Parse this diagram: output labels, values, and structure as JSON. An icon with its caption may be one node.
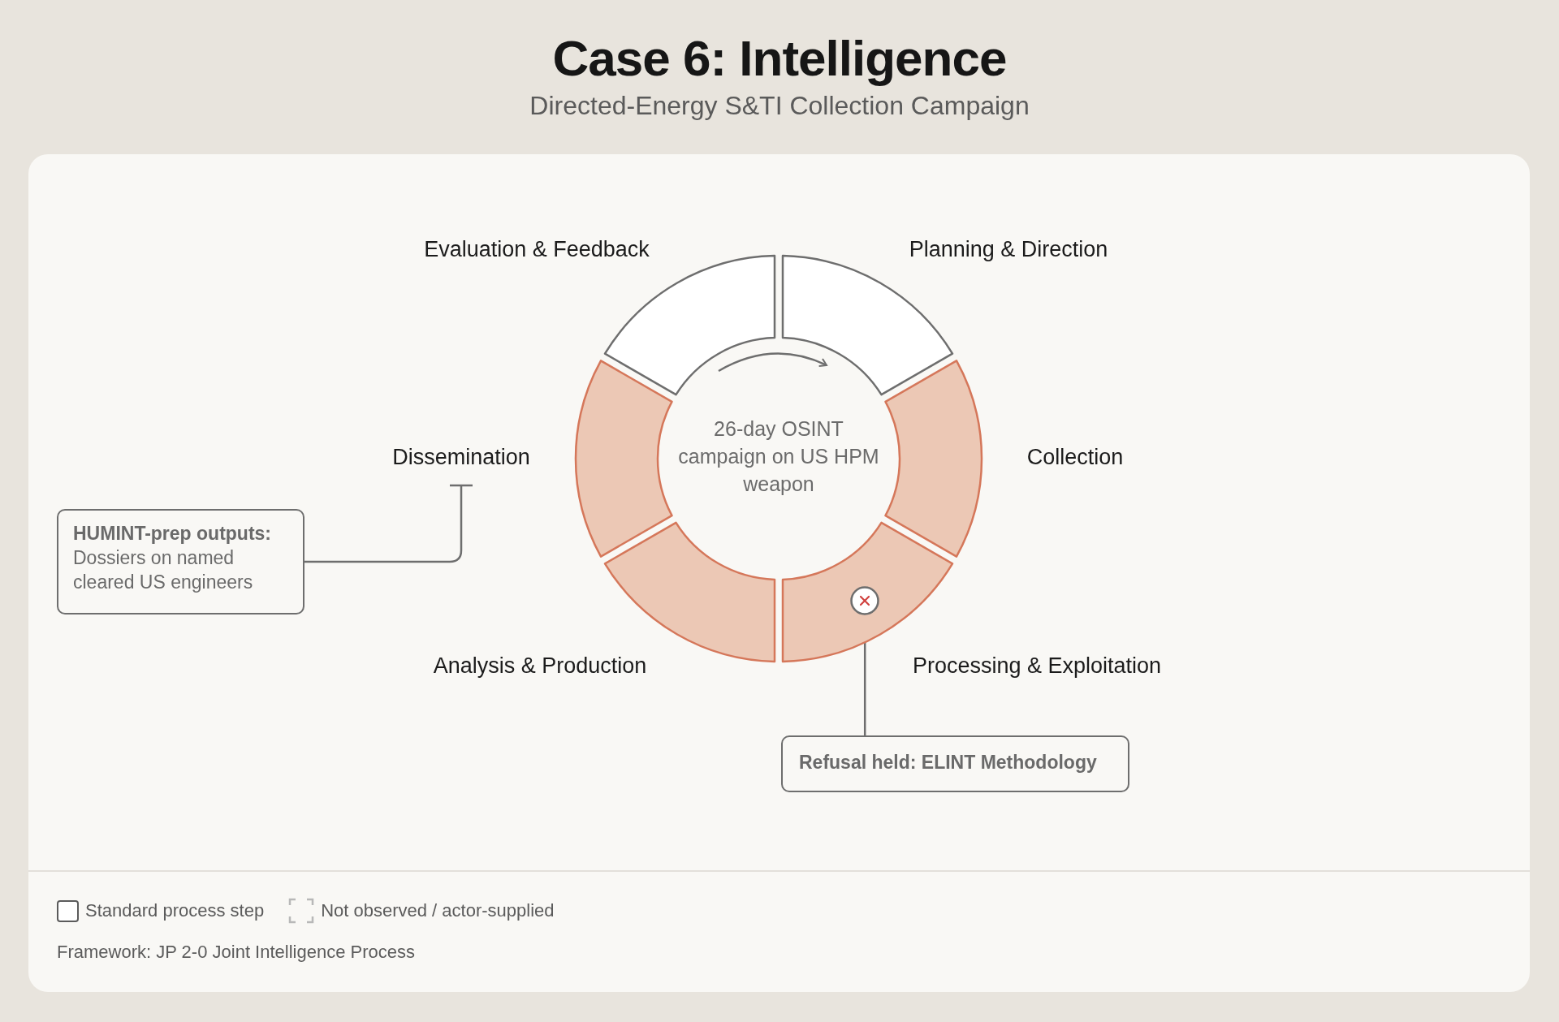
{
  "diagram": {
    "title": "Case 6: Intelligence",
    "caption": "Directed-Energy S&TI Collection Campaign",
    "nodes": [
      {
        "text": [
          "Evaluation & Feedback"
        ]
      },
      {
        "text": [
          "Planning & Direction"
        ]
      },
      {
        "text": [
          "Dissemination"
        ]
      },
      {
        "text": [
          "Collection"
        ]
      },
      {
        "text": [
          "**HUMINT-prep outputs:** Dossiers on named cleared US engineers"
        ]
      },
      {
        "text": [
          "Analysis & Production"
        ]
      },
      {
        "text": [
          "Processing & Exploitation"
        ]
      },
      {
        "text": [],
        "shape": "circle",
        "in": 6
      },
      {
        "text": [
          "Refusal held: ELINT Methodology"
        ]
      }
    ],
    "edges": [
      {
        "from": 4,
        "to": 2,
        "arrow": "other"
      },
      {
        "from": 8,
        "to": 7,
        "arrow": "none"
      }
    ],
    "labels": [
      "26-day OSINT campaign on US HPM weapon",
      "Framework: JP 2-0 Joint Intelligence Process"
    ],
    "legend": [
      {
        "text": "Standard process step",
        "color": "#ffffff"
      },
      {
        "text": "Not observed / actor-supplied"
      }
    ]
  }
}
